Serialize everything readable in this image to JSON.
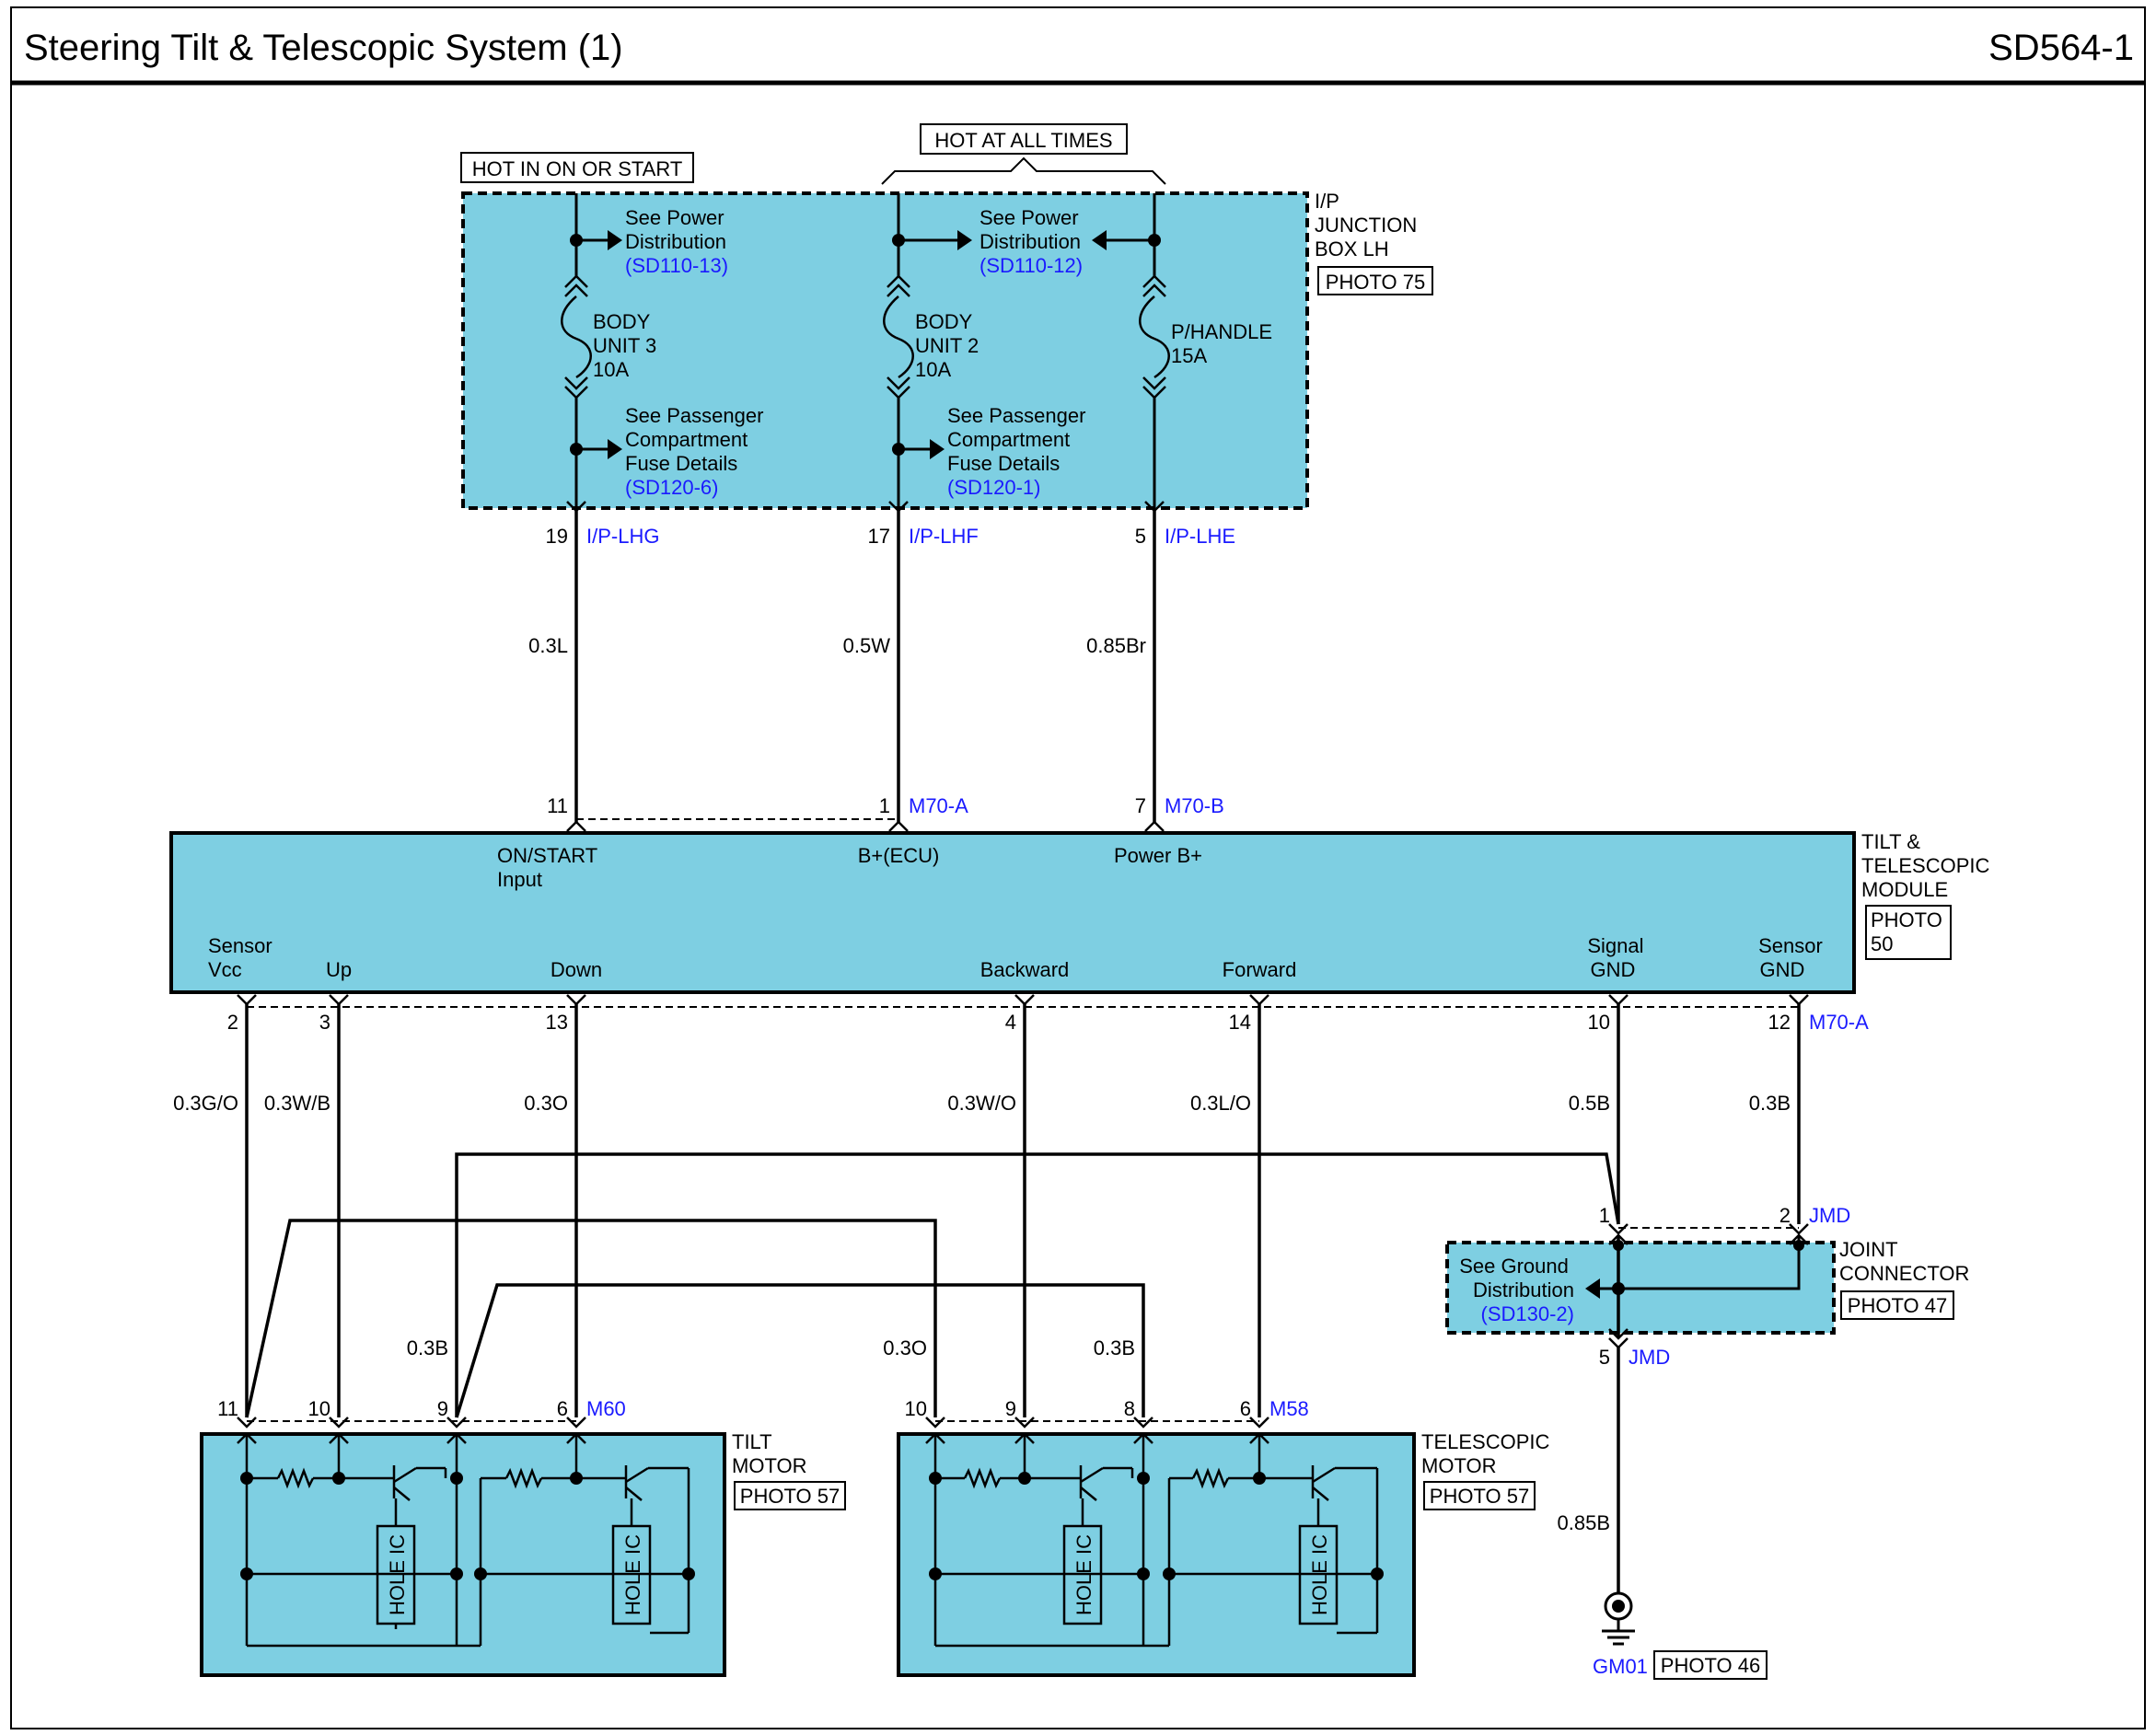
{
  "header": {
    "title": "Steering Tilt & Telescopic System (1)",
    "page_code": "SD564-1"
  },
  "supply_tags": {
    "hot_on_start": "HOT IN ON OR START",
    "hot_always": "HOT AT ALL TIMES"
  },
  "junction_box": {
    "name_lines": [
      "I/P",
      "JUNCTION",
      "BOX LH"
    ],
    "photo": "PHOTO 75",
    "see_power_1": [
      "See Power",
      "Distribution"
    ],
    "see_power_1_ref": "(SD110-13)",
    "see_power_2": [
      "See Power",
      "Distribution"
    ],
    "see_power_2_ref": "(SD110-12)",
    "fuse1": [
      "BODY",
      "UNIT 3",
      "10A"
    ],
    "fuse2": [
      "BODY",
      "UNIT 2",
      "10A"
    ],
    "fuse3": [
      "P/HANDLE",
      "15A"
    ],
    "see_pass_1": [
      "See Passenger",
      "Compartment",
      "Fuse Details"
    ],
    "see_pass_1_ref": "(SD120-6)",
    "see_pass_2": [
      "See Passenger",
      "Compartment",
      "Fuse Details"
    ],
    "see_pass_2_ref": "(SD120-1)"
  },
  "top_connectors": [
    {
      "pin": "19",
      "name": "I/P-LHG",
      "wire": "0.3L"
    },
    {
      "pin": "17",
      "name": "I/P-LHF",
      "wire": "0.5W"
    },
    {
      "pin": "5",
      "name": "I/P-LHE",
      "wire": "0.85Br"
    }
  ],
  "module_input_pins": {
    "p11": "11",
    "p1": "1",
    "p7": "7",
    "conn_a": "M70-A",
    "conn_b": "M70-B"
  },
  "module": {
    "name_lines": [
      "TILT &",
      "TELESCOPIC",
      "MODULE"
    ],
    "photo_lines": [
      "PHOTO",
      "50"
    ],
    "input_on_start": [
      "ON/START",
      "Input"
    ],
    "b_ecu": "B+(ECU)",
    "power_b": "Power B+",
    "sensor_vcc": [
      "Sensor",
      "Vcc"
    ],
    "up": "Up",
    "down": "Down",
    "backward": "Backward",
    "forward": "Forward",
    "signal_gnd": [
      "Signal",
      "GND"
    ],
    "sensor_gnd": [
      "Sensor",
      "GND"
    ]
  },
  "module_output_pins": [
    {
      "pin": "2",
      "wire": "0.3G/O"
    },
    {
      "pin": "3",
      "wire": "0.3W/B"
    },
    {
      "pin": "13",
      "wire": "0.3O"
    },
    {
      "pin": "4",
      "wire": "0.3W/O"
    },
    {
      "pin": "14",
      "wire": "0.3L/O"
    },
    {
      "pin": "10",
      "wire": "0.5B"
    },
    {
      "pin": "12",
      "wire": "0.3B"
    }
  ],
  "module_output_conn": "M70-A",
  "joint_connector": {
    "name_lines": [
      "JOINT",
      "CONNECTOR"
    ],
    "photo": "PHOTO 47",
    "pin1": "1",
    "pin2": "2",
    "pin5": "5",
    "conn": "JMD",
    "see_ground": [
      "See Ground",
      "Distribution"
    ],
    "see_ground_ref": "(SD130-2)"
  },
  "ground": {
    "wire": "0.85B",
    "name": "GM01",
    "photo": "PHOTO 46"
  },
  "tilt_motor": {
    "name_lines": [
      "TILT",
      "MOTOR"
    ],
    "photo": "PHOTO 57",
    "conn": "M60",
    "pins": [
      "11",
      "10",
      "9",
      "6"
    ],
    "ic_label": "HOLE IC"
  },
  "tele_motor": {
    "name_lines": [
      "TELESCOPIC",
      "MOTOR"
    ],
    "photo": "PHOTO 57",
    "conn": "M58",
    "pins": [
      "10",
      "9",
      "8",
      "6"
    ],
    "ic_label": "HOLE IC"
  },
  "crossover_wires": {
    "w9_tilt": "0.3B",
    "w10_tele": "0.3O",
    "w8_tele": "0.3B"
  },
  "colors": {
    "box_fill": "#7ecfe2",
    "link_blue": "#1a1aff",
    "line": "#000000"
  }
}
